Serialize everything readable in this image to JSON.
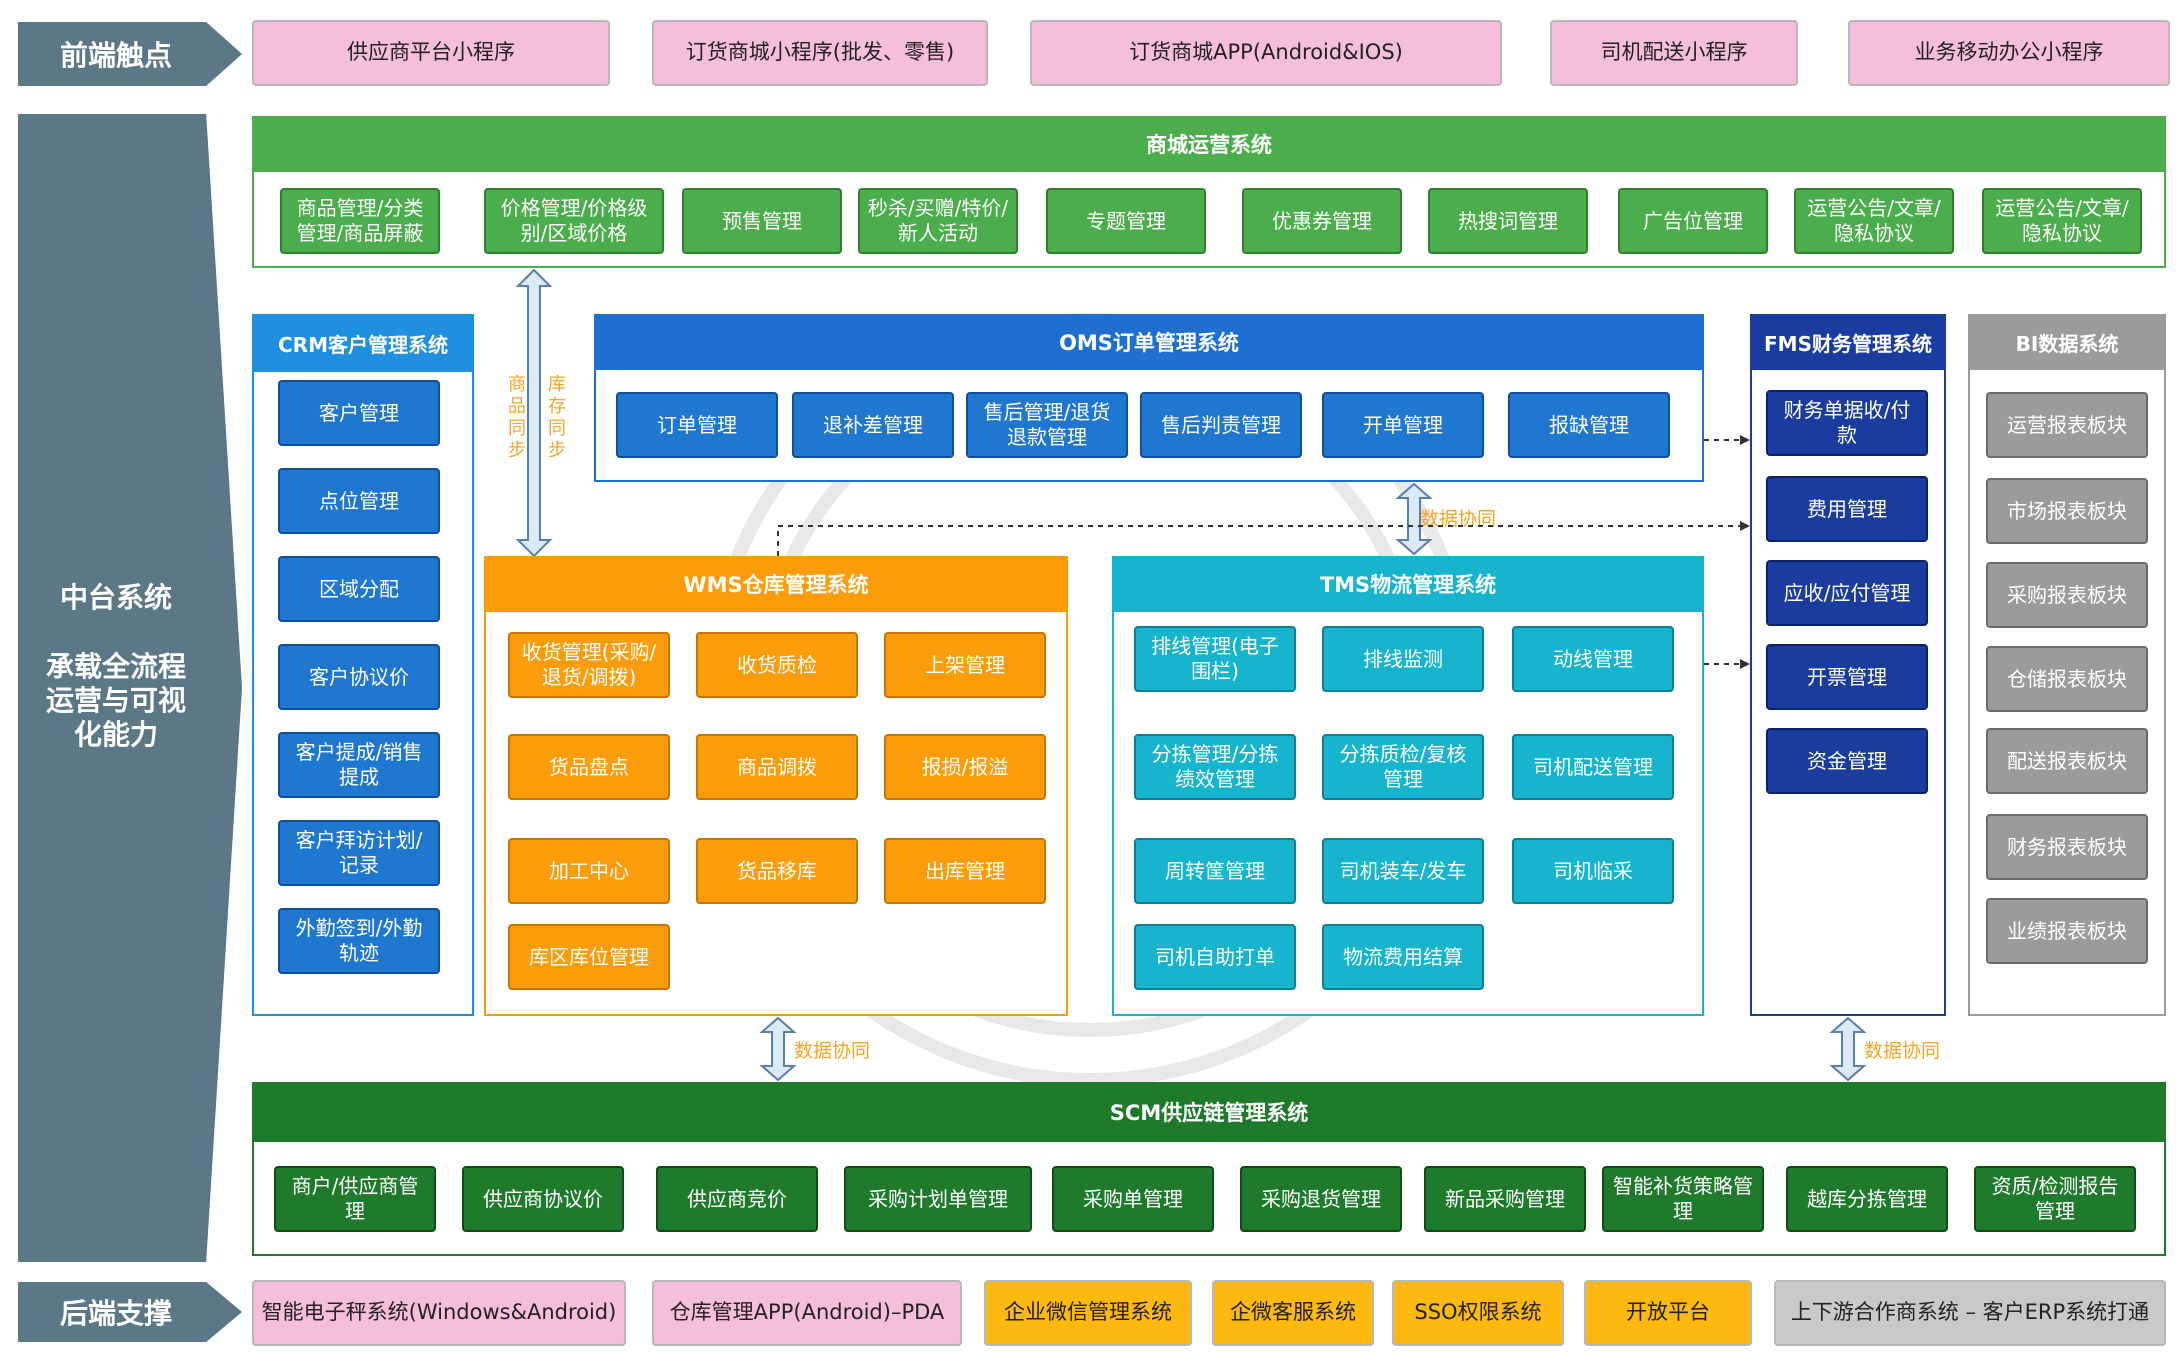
{
  "front_label": "前端触点",
  "front_items": [
    "供应商平台小程序",
    "订货商城小程序(批发、零售)",
    "订货商城APP(Android&IOS)",
    "司机配送小程序",
    "业务移动办公小程序"
  ],
  "middle": {
    "title": "中台系统",
    "desc_lines": [
      "承载全流程",
      "运营与可视",
      "化能力"
    ]
  },
  "mall": {
    "title": "商城运营系统",
    "items": [
      "商品管理/分类管理/商品屏蔽",
      "价格管理/价格级别/区域价格",
      "预售管理",
      "秒杀/买赠/特价/新人活动",
      "专题管理",
      "优惠券管理",
      "热搜词管理",
      "广告位管理",
      "运营公告/文章/隐私协议",
      "运营公告/文章/隐私协议"
    ]
  },
  "crm": {
    "title": "CRM客户管理系统",
    "items": [
      "客户管理",
      "点位管理",
      "区域分配",
      "客户协议价",
      "客户提成/销售提成",
      "客户拜访计划/记录",
      "外勤签到/外勤轨迹"
    ]
  },
  "sync": {
    "left": "商品同步",
    "right": "库存同步",
    "data_sync": "数据协同"
  },
  "oms": {
    "title": "OMS订单管理系统",
    "items": [
      "订单管理",
      "退补差管理",
      "售后管理/退货退款管理",
      "售后判责管理",
      "开单管理",
      "报缺管理"
    ]
  },
  "fms": {
    "title": "FMS财务管理系统",
    "items": [
      "财务单据收/付款",
      "费用管理",
      "应收/应付管理",
      "开票管理",
      "资金管理"
    ]
  },
  "bi": {
    "title": "BI数据系统",
    "items": [
      "运营报表板块",
      "市场报表板块",
      "采购报表板块",
      "仓储报表板块",
      "配送报表板块",
      "财务报表板块",
      "业绩报表板块"
    ]
  },
  "wms": {
    "title": "WMS仓库管理系统",
    "items": [
      "收货管理(采购/退货/调拨)",
      "收货质检",
      "上架管理",
      "货品盘点",
      "商品调拨",
      "报损/报溢",
      "加工中心",
      "货品移库",
      "出库管理",
      "库区库位管理"
    ]
  },
  "tms": {
    "title": "TMS物流管理系统",
    "items": [
      "排线管理(电子围栏)",
      "排线监测",
      "动线管理",
      "分拣管理/分拣绩效管理",
      "分拣质检/复核管理",
      "司机配送管理",
      "周转筐管理",
      "司机装车/发车",
      "司机临采",
      "司机自助打单",
      "物流费用结算"
    ]
  },
  "scm": {
    "title": "SCM供应链管理系统",
    "items": [
      "商户/供应商管理",
      "供应商协议价",
      "供应商竞价",
      "采购计划单管理",
      "采购单管理",
      "采购退货管理",
      "新品采购管理",
      "智能补货策略管理",
      "越库分拣管理",
      "资质/检测报告管理"
    ]
  },
  "back_label": "后端支撑",
  "back_items": [
    "智能电子秤系统(Windows&Android)",
    "仓库管理APP(Android)–PDA",
    "企业微信管理系统",
    "企微客服系统",
    "SSO权限系统",
    "开放平台",
    "上下游合作商系统 – 客户ERP系统打通"
  ],
  "colors": {
    "slate": "#5c7886",
    "mall_green": "#4cad4c",
    "crm_blue": "#1f77d0",
    "oms_blue": "#1f6fd0",
    "fms_navy": "#1a3c9e",
    "bi_grey": "#9b9b9b",
    "wms_orange": "#fb9d0a",
    "tms_cyan": "#16b4cd",
    "scm_green": "#1f7a2c",
    "pink": "#f5bedb",
    "yellow": "#fdb910",
    "label_orange": "#f5a623"
  }
}
